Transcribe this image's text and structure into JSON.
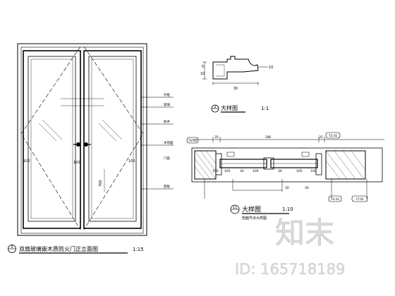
{
  "colors": {
    "line": "#000000",
    "watermark": "#d0d0d0",
    "background": "#ffffff"
  },
  "elevation": {
    "title": "双扇玻璃嵌木质防火门正立面图",
    "scale": "1:15",
    "ref_marker": "3",
    "dim_left": "100",
    "dim_center": "100",
    "dim_right": "100",
    "dim_lower": "700",
    "side_labels": [
      "外框",
      "玻璃",
      "执手",
      "木饰面",
      "门扇",
      "底框"
    ]
  },
  "profile": {
    "title": "大样图",
    "scale": "1:1",
    "ref_marker": "2",
    "dim_width": "30",
    "dim_height_a": "5",
    "dim_height_b": "10",
    "dim_right": "10"
  },
  "plan": {
    "title": "大样图",
    "scale": "1:10",
    "subtitle": "剖面节点大样图",
    "ref_marker": "11",
    "dim_top": [
      "35",
      "186",
      "35"
    ],
    "dim_mid": [
      "100",
      "105",
      "30",
      "100",
      "30",
      "105",
      "100"
    ],
    "dim_bottom": [
      "30",
      "30"
    ],
    "tags": [
      "T.E.02",
      "T.E.02",
      "T.E.02",
      "CT.02"
    ]
  },
  "watermark": {
    "brand": "知末",
    "id": "ID: 165718189"
  }
}
